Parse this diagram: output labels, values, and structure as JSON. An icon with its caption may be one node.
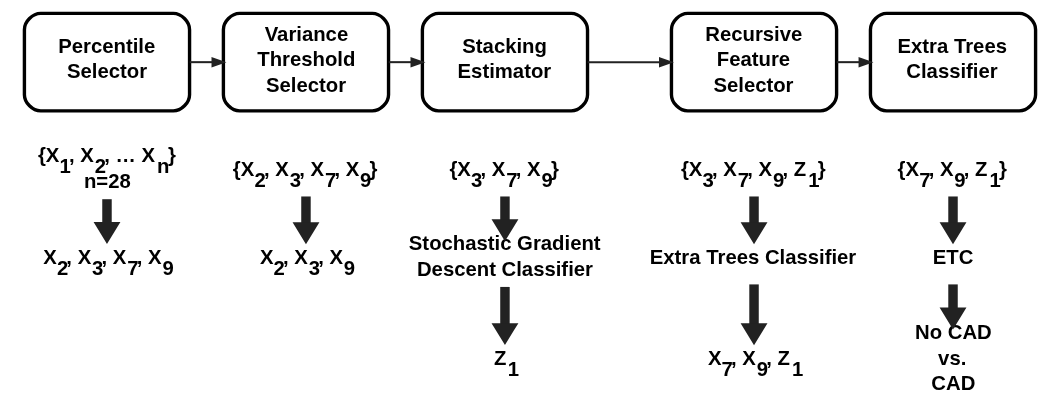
{
  "diagram": {
    "nodes": [
      {
        "text": [
          "Percentile Selector"
        ]
      },
      {
        "text": [
          "Variance Threshold Selector"
        ]
      },
      {
        "text": [
          "Stacking Estimator"
        ]
      },
      {
        "text": [
          "Recursive Feature Selector"
        ]
      },
      {
        "text": [
          "Extra Trees Classifier"
        ]
      },
      {
        "text": [
          "{X$_{1}$, X$_{2}$, … X$_{n}$}",
          "n=28"
        ]
      },
      {
        "text": [
          "X$_{2}$, X$_{3}$, X$_{7}$, X$_{9}$"
        ]
      },
      {
        "text": [
          "{X$_{2}$, X$_{3}$, X$_{7}$, X$_{9}$}"
        ]
      },
      {
        "text": [
          "X$_{2}$, X$_{3}$, X$_{9}$"
        ]
      },
      {
        "text": [
          "{X$_{3}$, X$_{7}$, X$_{9}$}"
        ]
      },
      {
        "text": [
          "Stochastic Gradient Descent Classifier"
        ]
      },
      {
        "text": [
          "Z$_{1}$"
        ]
      },
      {
        "text": [
          "{X$_{3}$, X$_{7}$, X$_{9}$, Z$_{1}$}"
        ]
      },
      {
        "text": [
          "Extra Trees Classifier"
        ]
      },
      {
        "text": [
          "X$_{7}$, X$_{9}$, Z$_{1}$"
        ]
      },
      {
        "text": [
          "{X$_{7}$, X$_{9}$, Z$_{1}$}"
        ]
      },
      {
        "text": [
          "ETC"
        ]
      },
      {
        "text": [
          "No CAD vs. CAD"
        ]
      }
    ],
    "edges": [
      {
        "from": 0,
        "to": 1,
        "arrow": "to"
      },
      {
        "from": 1,
        "to": 2,
        "arrow": "to"
      },
      {
        "from": 2,
        "to": 3,
        "arrow": "to"
      },
      {
        "from": 3,
        "to": 4,
        "arrow": "to"
      },
      {
        "from": 5,
        "to": 6,
        "arrow": "to"
      },
      {
        "from": 7,
        "to": 8,
        "arrow": "to"
      },
      {
        "from": 9,
        "to": 10,
        "arrow": "to"
      },
      {
        "from": 10,
        "to": 11,
        "arrow": "to"
      },
      {
        "from": 12,
        "to": 13,
        "arrow": "to"
      },
      {
        "from": 13,
        "to": 14,
        "arrow": "to"
      },
      {
        "from": 15,
        "to": 16,
        "arrow": "to"
      },
      {
        "from": 16,
        "to": 17,
        "arrow": "to"
      }
    ]
  }
}
